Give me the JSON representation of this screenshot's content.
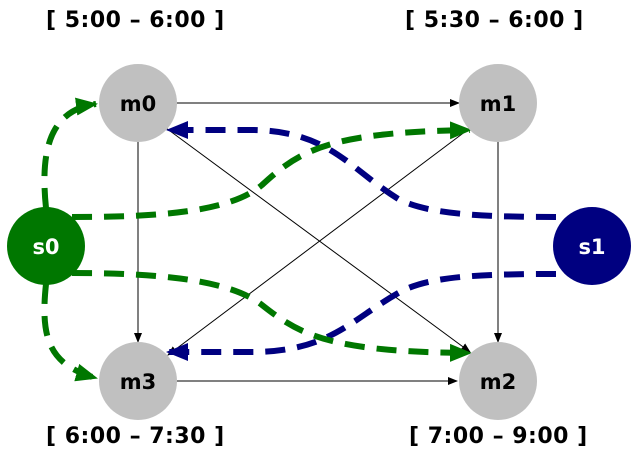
{
  "colors": {
    "machine_fill": "#c0c0c0",
    "s0_color": "#007700",
    "s1_color": "#000080",
    "arrow_black": "#000000",
    "s0_text": "#ffffff",
    "s1_text": "#ffffff"
  },
  "nodes": {
    "m0": {
      "label": "m0",
      "window": "[ 5:00 – 6:00 ]"
    },
    "m1": {
      "label": "m1",
      "window": "[ 5:30 – 6:00 ]"
    },
    "m2": {
      "label": "m2",
      "window": "[ 7:00 – 9:00 ]"
    },
    "m3": {
      "label": "m3",
      "window": "[ 6:00 – 7:30 ]"
    },
    "s0": {
      "label": "s0"
    },
    "s1": {
      "label": "s1"
    }
  },
  "edges": {
    "solid": [
      {
        "from": "m0",
        "to": "m1"
      },
      {
        "from": "m0",
        "to": "m3"
      },
      {
        "from": "m0",
        "to": "m2"
      },
      {
        "from": "m1",
        "to": "m3"
      },
      {
        "from": "m1",
        "to": "m2"
      },
      {
        "from": "m3",
        "to": "m2"
      }
    ],
    "dashed_s0": [
      {
        "from": "s0",
        "to": "m0"
      },
      {
        "from": "s0",
        "to": "m1"
      },
      {
        "from": "s0",
        "to": "m2"
      },
      {
        "from": "s0",
        "to": "m3"
      }
    ],
    "dashed_s1": [
      {
        "from": "s1",
        "to": "m0"
      },
      {
        "from": "s1",
        "to": "m3"
      }
    ]
  }
}
